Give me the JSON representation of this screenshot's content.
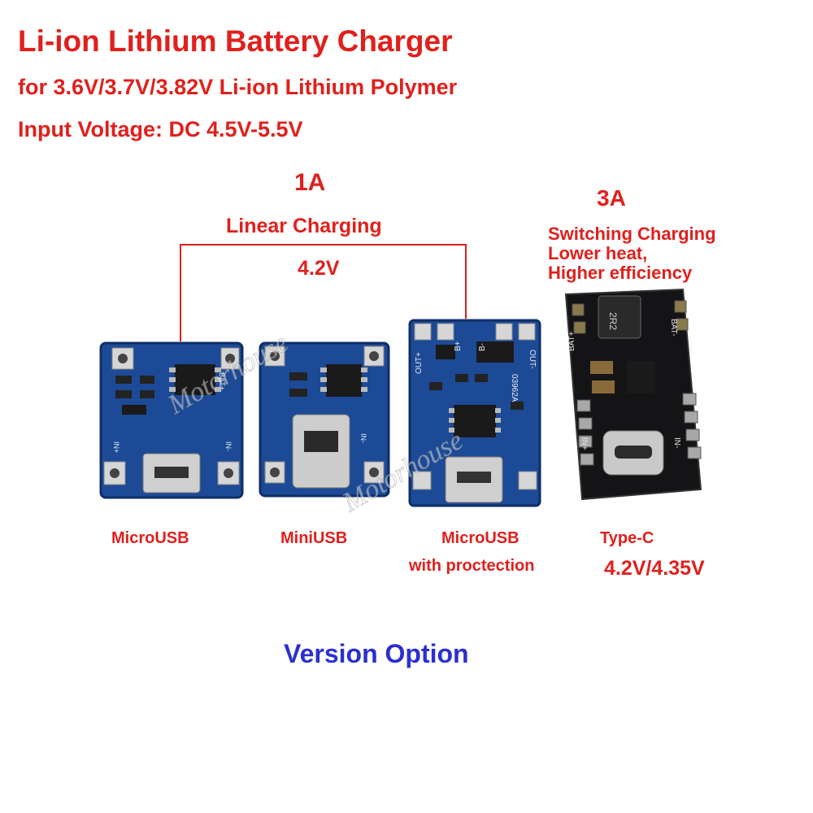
{
  "header": {
    "title": "Li-ion Lithium Battery Charger",
    "subtitle": "for 3.6V/3.7V/3.82V Li-ion Lithium Polymer",
    "input_voltage": "Input Voltage: DC 4.5V-5.5V"
  },
  "group_1a": {
    "current": "1A",
    "mode": "Linear Charging",
    "voltage": "4.2V"
  },
  "group_3a": {
    "current": "3A",
    "features": [
      "Switching Charging",
      "Lower heat,",
      "Higher efficiency"
    ]
  },
  "boards": [
    {
      "label": "MicroUSB",
      "sublabel": ""
    },
    {
      "label": "MiniUSB",
      "sublabel": ""
    },
    {
      "label": "MicroUSB",
      "sublabel": "with proctection"
    },
    {
      "label": "Type-C",
      "sublabel": "4.2V/4.35V"
    }
  ],
  "pcb_silkscreen": {
    "bat_plus": "BAT+",
    "bat_minus": "BAT-",
    "in_plus": "IN+",
    "in_minus": "IN-",
    "out_plus": "OUT+",
    "out_minus": "OUT-",
    "b_plus": "B+",
    "b_minus": "B-",
    "chip_code": "03962A",
    "inductor_code": "2R2"
  },
  "watermark": "Motorhouse",
  "footer": {
    "label": "Version Option"
  },
  "colors": {
    "text_red": "#e0201c",
    "text_blue": "#2b2fd0",
    "pcb_blue": "#1c4a96",
    "pcb_black": "#141416"
  }
}
